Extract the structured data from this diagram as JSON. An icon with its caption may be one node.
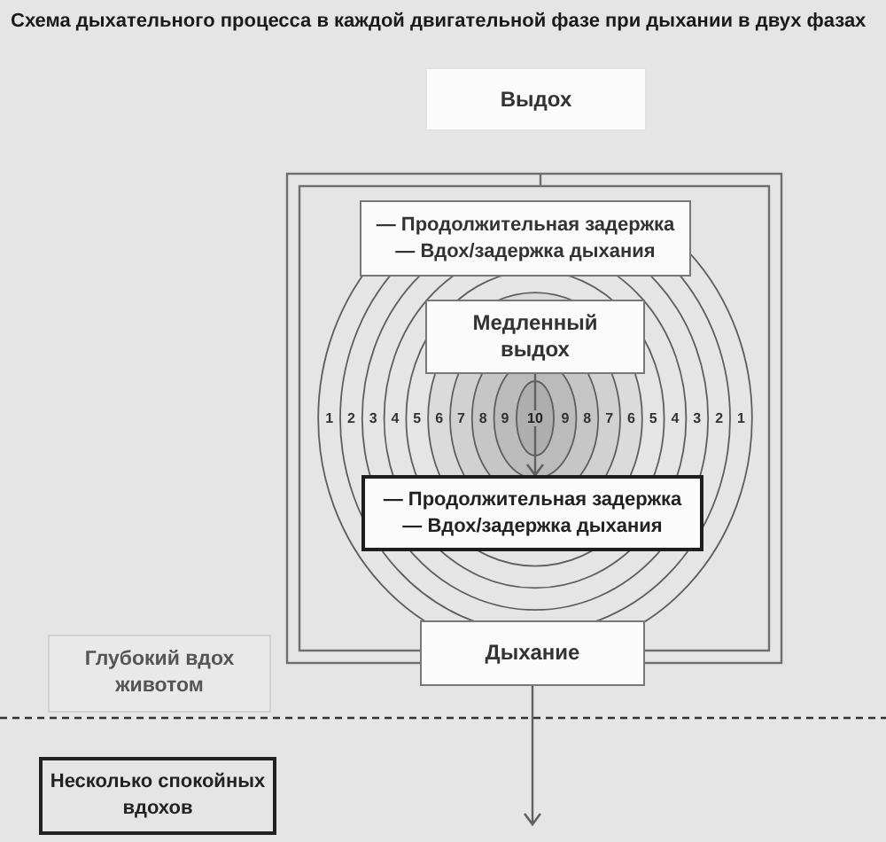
{
  "diagram": {
    "title": "Схема дыхательного процесса в каждой двигательной фазе при дыхании в двух фазах",
    "nodes": [
      {
        "text": [
          "Выдох"
        ]
      },
      {
        "text": [
          "— Продолжительная задержка",
          "— Вдох/задержка дыхания"
        ]
      },
      {
        "text": [
          "Медленный выдох"
        ]
      },
      {
        "text": [
          "— Продолжительная задержка",
          "— Вдох/задержка дыхания"
        ]
      },
      {
        "text": [
          "Дыхание"
        ]
      },
      {
        "text": [
          "Глубокий вдох животом"
        ]
      },
      {
        "text": [
          "Несколько спокойных вдохов"
        ]
      }
    ],
    "edges": [
      {
        "from": 2,
        "to": 3,
        "arrow": "to"
      },
      {
        "from": 4,
        "to": null,
        "arrow": "to"
      }
    ],
    "labels": [
      "1",
      "2",
      "3",
      "4",
      "5",
      "6",
      "7",
      "8",
      "9",
      "10",
      "9",
      "8",
      "7",
      "6",
      "5",
      "4",
      "3",
      "2",
      "1"
    ]
  }
}
